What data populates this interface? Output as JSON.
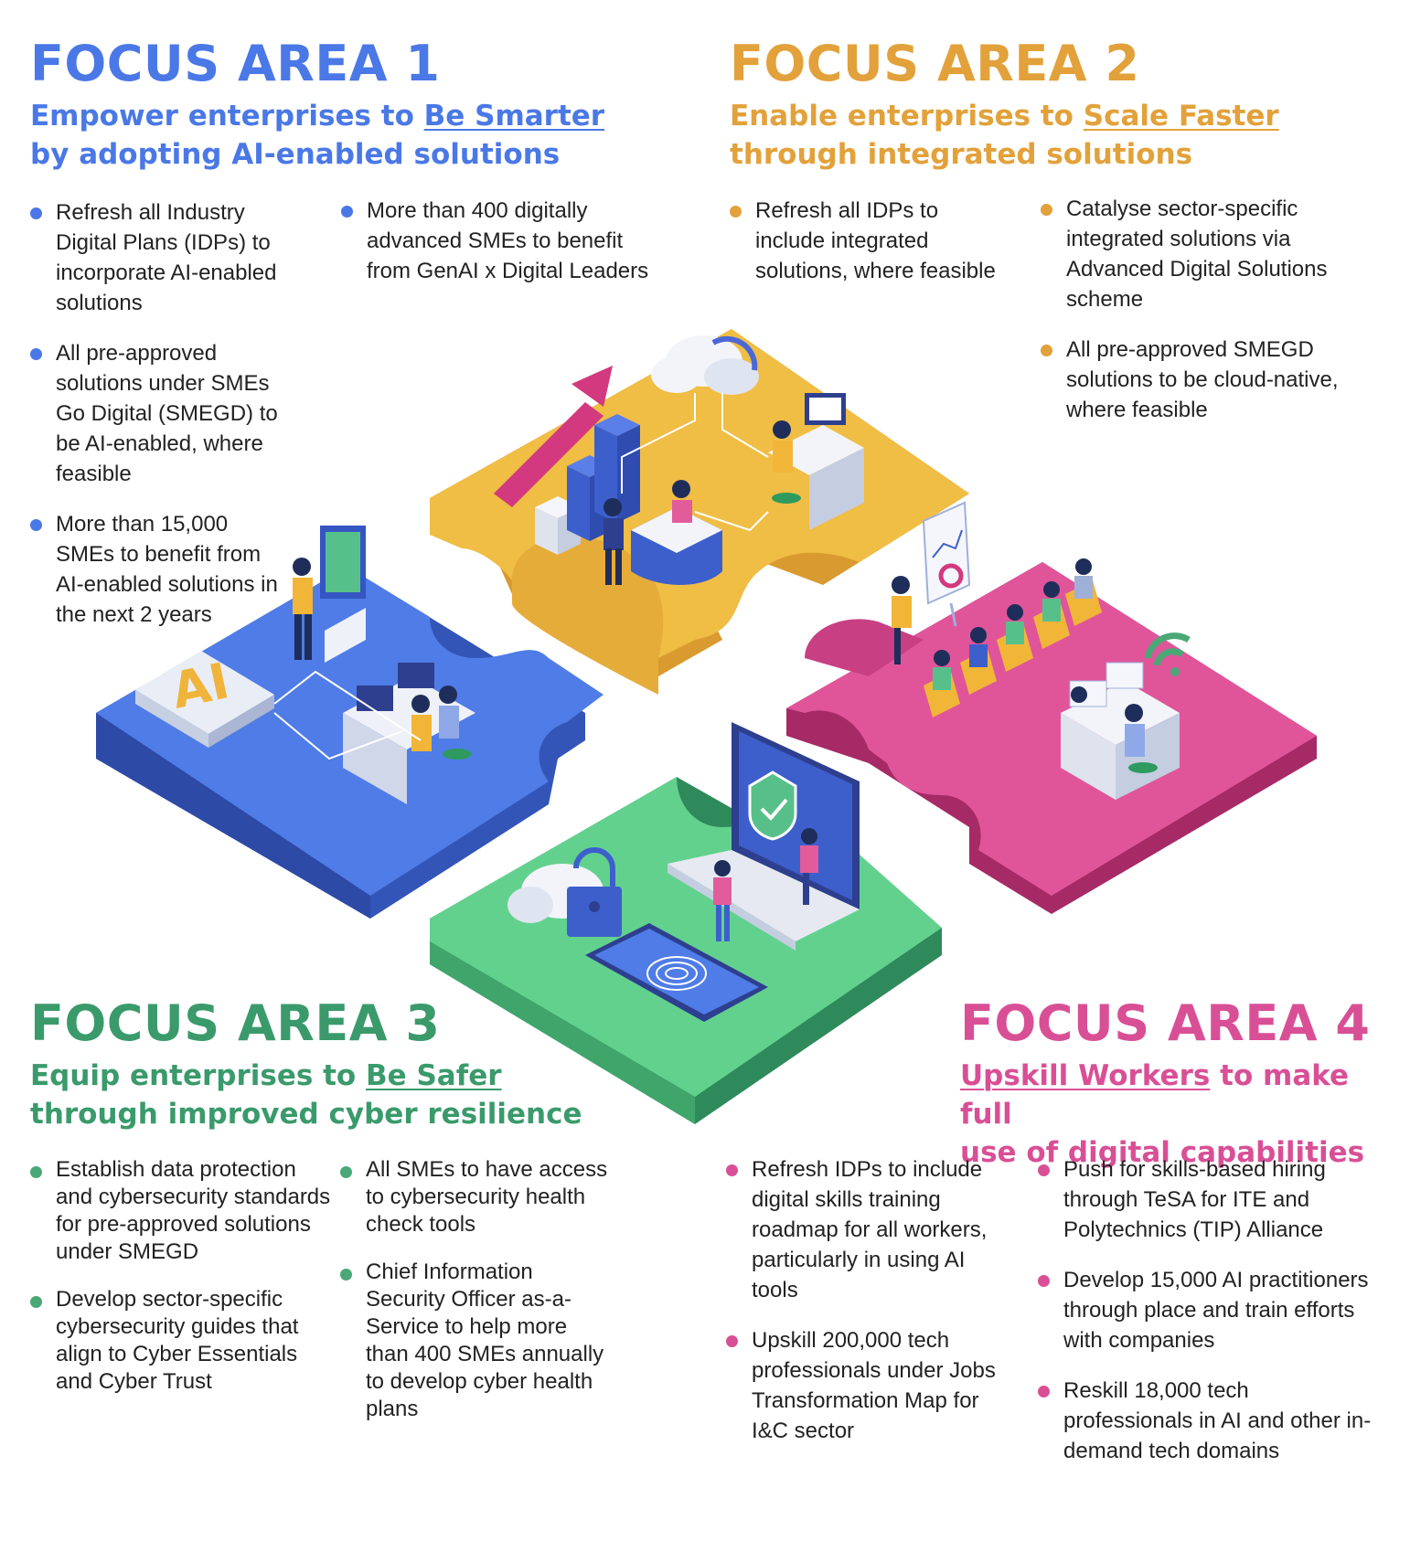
{
  "colors": {
    "area1": "#4a78e6",
    "area2": "#e2a13a",
    "area3": "#3a9a6b",
    "area4": "#d94f96"
  },
  "area1": {
    "title": "FOCUS AREA 1",
    "subtitle_pre": "Empower enterprises to ",
    "subtitle_link": "Be Smarter",
    "subtitle_post": "by adopting AI-enabled solutions",
    "bullets_left": [
      "Refresh all Industry Digital Plans (IDPs) to incorporate AI-enabled solutions",
      "All pre-approved solutions under SMEs Go Digital (SMEGD) to be AI-enabled, where feasible",
      "More than 15,000 SMEs to benefit from AI-enabled solutions in the next 2 years"
    ],
    "bullets_right": [
      "More than 400 digitally advanced SMEs to benefit from GenAI x Digital Leaders"
    ]
  },
  "area2": {
    "title": "FOCUS AREA 2",
    "subtitle_pre": "Enable enterprises to ",
    "subtitle_link": "Scale Faster",
    "subtitle_post": "through integrated solutions",
    "bullets_left": [
      "Refresh all IDPs to include integrated solutions, where feasible"
    ],
    "bullets_right": [
      "Catalyse sector-specific integrated solutions via Advanced Digital Solutions scheme",
      "All pre-approved SMEGD solutions to be cloud-native, where feasible"
    ]
  },
  "area3": {
    "title": "FOCUS AREA 3",
    "subtitle_pre": "Equip enterprises to ",
    "subtitle_link": "Be Safer",
    "subtitle_post": "through improved cyber resilience",
    "bullets_left": [
      "Establish data protection and cybersecurity standards for pre-approved solutions under SMEGD",
      "Develop sector-specific cybersecurity guides that align to Cyber Essentials and Cyber Trust"
    ],
    "bullets_right": [
      "All SMEs to have access to cybersecurity health check tools",
      "Chief Information Security Officer as-a-Service to help more than 400 SMEs annually to develop cyber health plans"
    ]
  },
  "area4": {
    "title": "FOCUS AREA 4",
    "subtitle_link": "Upskill Workers",
    "subtitle_pre": " to make full",
    "subtitle_post": "use of digital capabilities",
    "bullets_left": [
      "Refresh IDPs to include digital skills training roadmap for all workers, particularly in using AI tools",
      "Upskill 200,000 tech professionals under Jobs Transformation Map for I&C sector"
    ],
    "bullets_right": [
      "Push for skills-based hiring through TeSA for ITE and Polytechnics (TIP) Alliance",
      "Develop 15,000 AI practitioners through place and train efforts with companies",
      "Reskill 18,000 tech professionals in AI and other in-demand tech domains"
    ]
  },
  "illustration": {
    "chip_text": "AI",
    "icons": [
      "ai-chip-icon",
      "kiosk-icon",
      "cloud-icon",
      "growth-arrow-icon",
      "shield-check-icon",
      "padlock-cloud-icon",
      "fingerprint-phone-icon",
      "wifi-icon",
      "presentation-board-icon"
    ]
  }
}
